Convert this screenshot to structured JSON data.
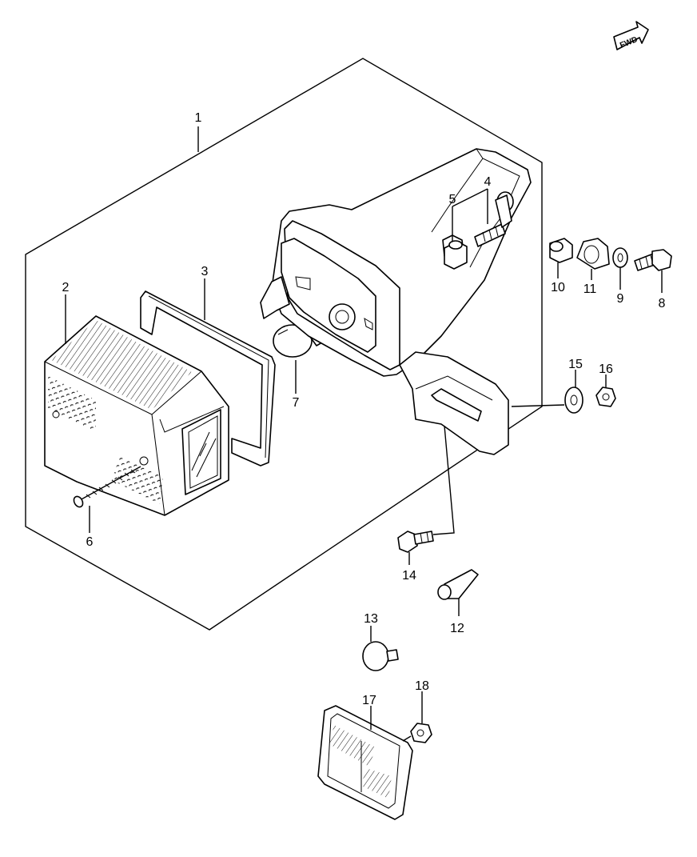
{
  "fwd_label": "FWD",
  "callouts": {
    "c1": "1",
    "c2": "2",
    "c3": "3",
    "c4": "4",
    "c5": "5",
    "c6": "6",
    "c7": "7",
    "c8": "8",
    "c9": "9",
    "c10": "10",
    "c11": "11",
    "c12": "12",
    "c13": "13",
    "c14": "14",
    "c15": "15",
    "c16": "16",
    "c17": "17",
    "c18": "18"
  }
}
